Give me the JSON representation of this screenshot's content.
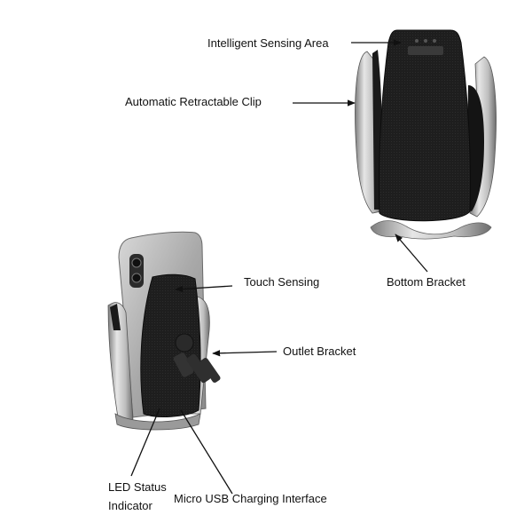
{
  "labels": {
    "intelligent_sensing_area": "Intelligent Sensing Area",
    "automatic_retractable_clip": "Automatic Retractable Clip",
    "bottom_bracket": "Bottom Bracket",
    "touch_sensing": "Touch Sensing",
    "outlet_bracket": "Outlet Bracket",
    "led_status_line1": "LED Status",
    "led_status_line2": "Indicator",
    "micro_usb": "Micro USB Charging Interface"
  },
  "colors": {
    "background": "#ffffff",
    "holder_body": "#1c1c1c",
    "holder_texture": "#2a2a2a",
    "silver": "#c9c9c9",
    "silver_dark": "#8d8d8d",
    "phone_frame": "#b8b8b8",
    "line": "#111111"
  }
}
